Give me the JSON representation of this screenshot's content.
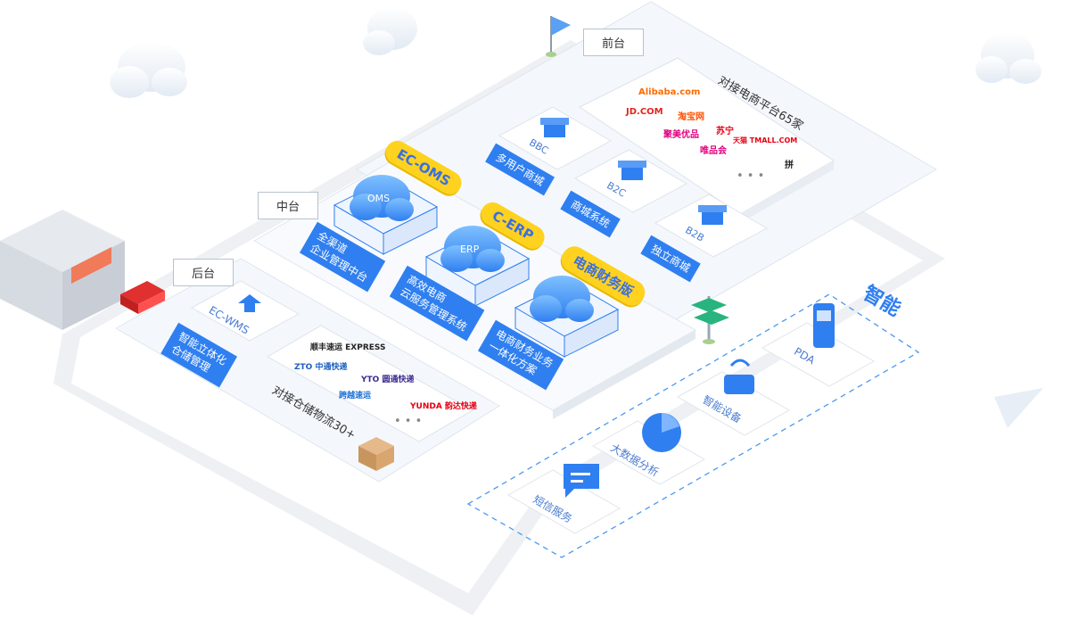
{
  "tiers": {
    "front": "前台",
    "middle": "中台",
    "back": "后台"
  },
  "front": {
    "platform_title": "对接电商平台65家",
    "stores": [
      {
        "code": "BBC",
        "label": "多用户商城"
      },
      {
        "code": "B2C",
        "label": "商城系统"
      },
      {
        "code": "B2B",
        "label": "独立商城"
      }
    ],
    "brands": [
      "Alibaba.com",
      "淘宝网",
      "JD.COM",
      "苏宁",
      "聚美优品",
      "唯品会",
      "天猫 TMALL.COM",
      "拼"
    ],
    "more": "• • •"
  },
  "middle": {
    "ribbons": [
      "EC-OMS",
      "C-ERP",
      "电商财务版"
    ],
    "clouds": [
      "OMS",
      "ERP",
      ""
    ],
    "captions": [
      "全渠道\n企业管理中台",
      "高效电商\n云服务管理系统",
      "电商财务业务\n一体化方案"
    ]
  },
  "back": {
    "wms_code": "EC-WMS",
    "wms_label": "智能立体化\n仓储管理",
    "logistics_title": "对接仓储物流30+",
    "couriers": [
      "顺丰速运 EXPRESS",
      "ZTO 中通快递",
      "YTO 圆通快递",
      "跨越速运",
      "YUNDA 韵达快递"
    ],
    "more": "• • •"
  },
  "smart": {
    "title": "智能",
    "cards": [
      {
        "label": "PDA"
      },
      {
        "label": "智能设备"
      },
      {
        "label": "大数据分析"
      },
      {
        "label": "短信服务"
      }
    ]
  },
  "colors": {
    "primary": "#2f7ff0",
    "ribbon": "#ffd21f",
    "road": "#eceef1",
    "panel": "#f5f9ff"
  }
}
